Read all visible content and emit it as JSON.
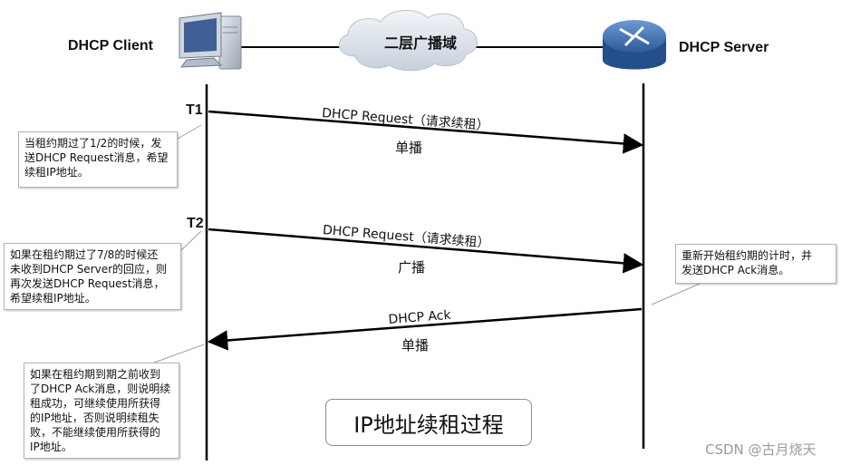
{
  "actors": {
    "client": "DHCP Client",
    "server": "DHCP Server",
    "network": "二层广播域"
  },
  "times": {
    "t1": "T1",
    "t2": "T2"
  },
  "messages": {
    "m1": {
      "label": "DHCP Request（请求续租）",
      "mode": "单播"
    },
    "m2": {
      "label": "DHCP Request（请求续租）",
      "mode": "广播"
    },
    "m3": {
      "label": "DHCP Ack",
      "mode": "单播"
    }
  },
  "notes": {
    "n1": [
      "当租约期过了1/2的时候，发",
      "送DHCP Request消息，希望",
      "续租IP地址。"
    ],
    "n2": [
      "如果在租约期过了7/8的时候还",
      "未收到DHCP Server的回应，则",
      "再次发送DHCP Request消息，",
      "希望续租IP地址。"
    ],
    "n3": [
      "重新开始租约期的计时，并",
      "发送DHCP Ack消息。"
    ],
    "n4": [
      "如果在租约期到期之前收到",
      "了DHCP Ack消息，则说明续",
      "租成功，可继续使用所获得",
      "的IP地址，否则说明续租失",
      "败，不能继续使用所获得的",
      "IP地址。"
    ]
  },
  "title": "IP地址续租过程",
  "watermark": "CSDN @古月烧天",
  "icons": {
    "client": "computer-icon",
    "server": "router-icon",
    "network": "cloud-icon"
  },
  "colors": {
    "line": "#000000",
    "router": "#3d6fb3",
    "cloud": "#d9e0ea",
    "note_border": "#b5b5b5"
  }
}
